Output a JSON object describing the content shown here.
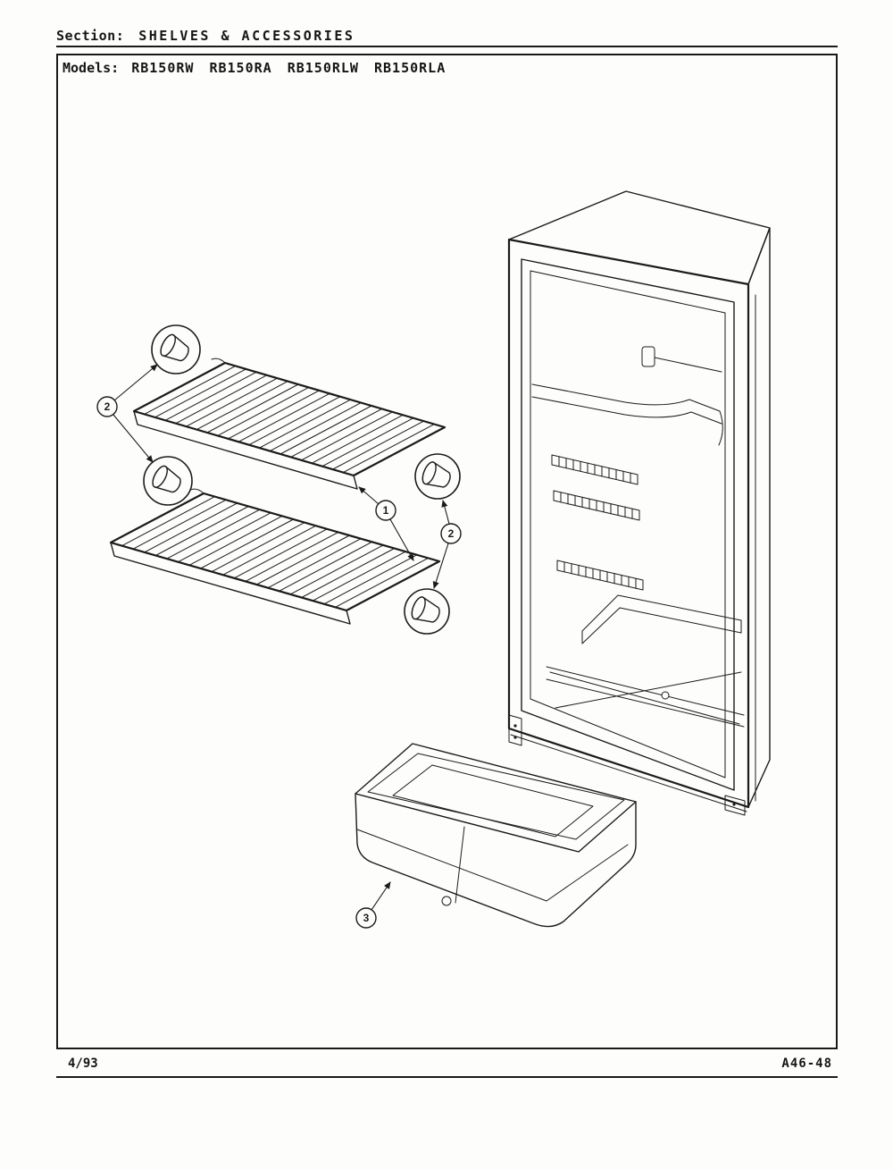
{
  "header": {
    "section_label": "Section:",
    "section_title": "SHELVES & ACCESSORIES"
  },
  "models": {
    "label": "Models:",
    "list": "RB150RW RB150RA RB150RLW RB150RLA"
  },
  "diagram": {
    "callout_shelf": "1",
    "callout_endcap": "2",
    "callout_drawer": "3"
  },
  "footer": {
    "date_code": "4/93",
    "page_code": "A46-48"
  }
}
